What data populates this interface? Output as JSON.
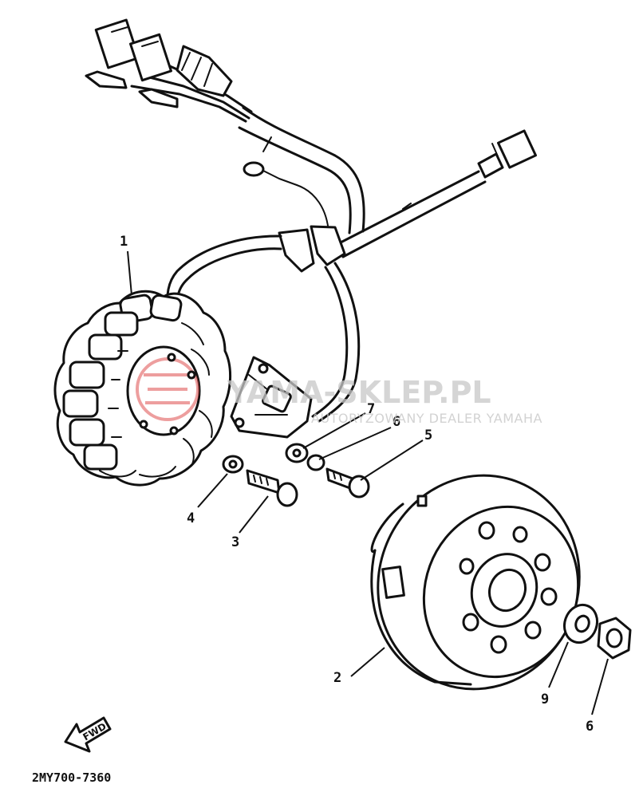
{
  "callouts": {
    "c1": "1",
    "c2": "2",
    "c3": "3",
    "c4": "4",
    "c5": "5",
    "c6a": "6",
    "c6b": "6",
    "c7": "7",
    "c9": "9"
  },
  "drawing_code": "2MY700-7360",
  "fwd_label": "FWD",
  "watermark": {
    "main": "YAMA-SKLEP.PL",
    "sub": "AUTORYZOWANY DEALER YAMAHA"
  },
  "colors": {
    "ink": "#111111",
    "watermark_grey": "#c8c8c8",
    "logo_red": "#e05050"
  }
}
